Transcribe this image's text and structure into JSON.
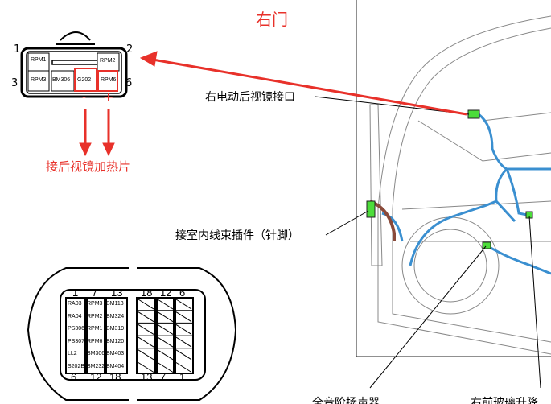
{
  "title": "右门",
  "small_connector": {
    "pin_numbers": [
      "1",
      "2",
      "3",
      "6"
    ],
    "pins": [
      "RPM1",
      "RPM2",
      "RPM3",
      "BM306",
      "G202",
      "RPM6"
    ],
    "minus": "-",
    "plus": "+",
    "heater_label": "接后视镜加热片"
  },
  "callouts": {
    "mirror_connector": "右电动后视镜接口",
    "harness_plug": "接室内线束插件（针脚）",
    "speaker": "全音阶扬声器",
    "window_lifter": "右前玻璃升降"
  },
  "large_connector": {
    "left_top_numbers": [
      "1",
      "7",
      "13"
    ],
    "left_bottom_numbers": [
      "6",
      "12",
      "18"
    ],
    "right_top_numbers": [
      "18",
      "12",
      "6"
    ],
    "right_bottom_numbers": [
      "13",
      "7",
      "1"
    ],
    "col1": [
      "RA03",
      "RA04",
      "PS306",
      "PS307",
      "LL2",
      "S202B"
    ],
    "col2": [
      "RPM3",
      "RPM2",
      "RPM1",
      "RPM6",
      "BM306",
      "BM232"
    ],
    "col3": [
      "BM113",
      "BM324",
      "BM319",
      "BM120",
      "BM403",
      "BM404"
    ]
  },
  "colors": {
    "accent_red": "#e8312a",
    "wire_blue": "#3a8fd0",
    "connector_green": "#4cdd3a"
  }
}
